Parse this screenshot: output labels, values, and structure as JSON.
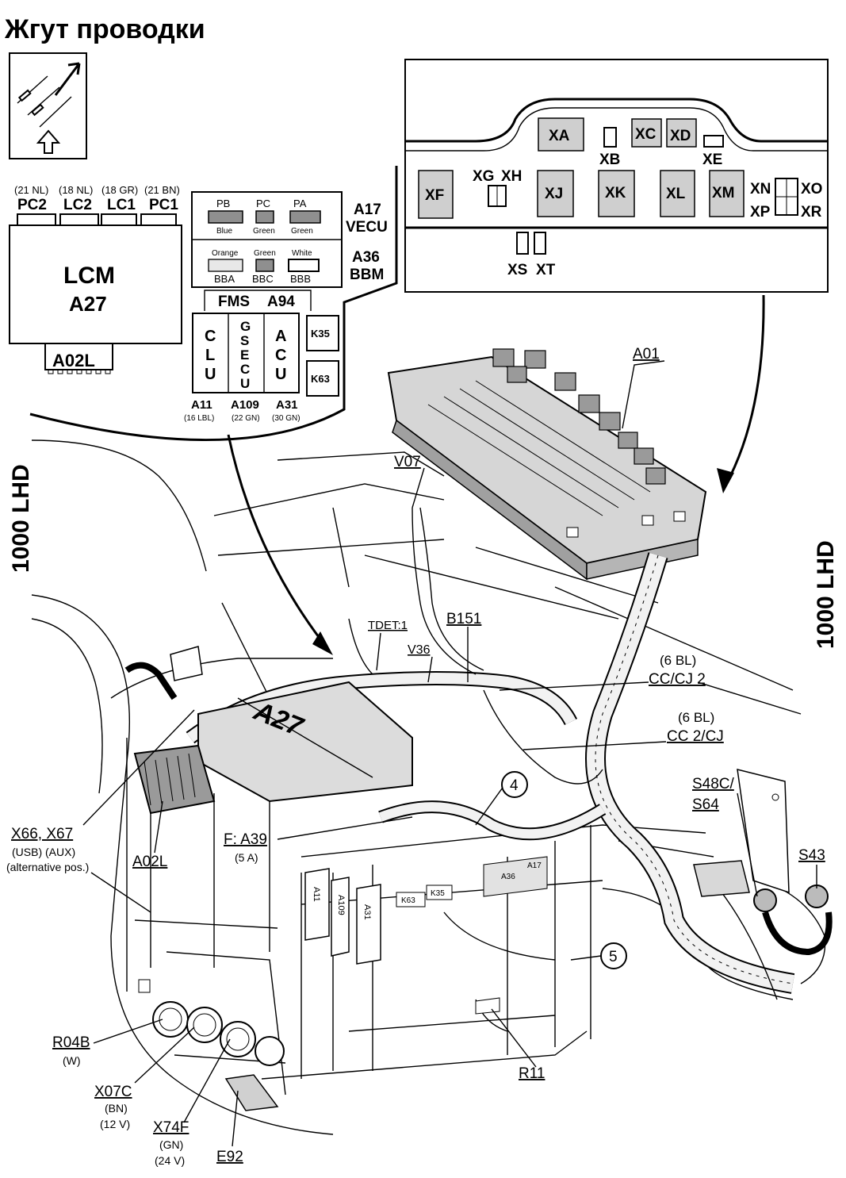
{
  "title": "Жгут проводки",
  "lcm": {
    "name": "LCM",
    "code": "A27",
    "connector": "A02L",
    "pins": [
      {
        "spec": "(21 NL)",
        "code": "PC2"
      },
      {
        "spec": "(18 NL)",
        "code": "LC2"
      },
      {
        "spec": "(18 GR)",
        "code": "LC1"
      },
      {
        "spec": "(21 BN)",
        "code": "PC1"
      }
    ]
  },
  "vecu": {
    "label_code": "A17",
    "label_name": "VECU",
    "connectors": [
      {
        "code": "PB",
        "color": "Blue"
      },
      {
        "code": "PC",
        "color": "Green"
      },
      {
        "code": "PA",
        "color": "Green"
      }
    ]
  },
  "bbm": {
    "label_code": "A36",
    "label_name": "BBM",
    "connectors": [
      {
        "code": "BBA",
        "color": "Orange"
      },
      {
        "code": "BBC",
        "color": "Green"
      },
      {
        "code": "BBB",
        "color": "White"
      }
    ]
  },
  "fms": {
    "header_left": "FMS",
    "header_right": "A94",
    "units": [
      {
        "letters": [
          "C",
          "L",
          "U"
        ],
        "code": "A11",
        "spec": "(16 LBL)"
      },
      {
        "letters": [
          "G",
          "S",
          "E",
          "C",
          "U"
        ],
        "code": "A109",
        "spec": "(22 GN)"
      },
      {
        "letters": [
          "A",
          "C",
          "U"
        ],
        "code": "A31",
        "spec": "(30 GN)"
      }
    ],
    "relays": [
      "K35",
      "K63"
    ]
  },
  "fuse_panel": {
    "top": [
      "XA",
      "XB",
      "XC",
      "XD",
      "XE"
    ],
    "middle": [
      "XF",
      "XG",
      "XH",
      "XJ",
      "XK",
      "XL",
      "XM",
      "XN",
      "XO",
      "XP",
      "XR"
    ],
    "bottom": [
      "XS",
      "XT"
    ]
  },
  "side_labels": {
    "left": "1000 LHD",
    "right": "1000 LHD"
  },
  "callouts": {
    "a01": "A01",
    "v07": "V07",
    "tdet": "TDET:1",
    "v36": "V36",
    "b151": "B151",
    "cc_cj2": {
      "spec": "(6 BL)",
      "code": "CC/CJ 2"
    },
    "cc2_cj": {
      "spec": "(6 BL)",
      "code": "CC 2/CJ"
    },
    "s48c": {
      "line1": "S48C/",
      "line2": "S64"
    },
    "s43": "S43",
    "x66": {
      "code": "X66, X67",
      "spec1": "(USB) (AUX)",
      "spec2": "(alternative pos.)"
    },
    "a02l": "A02L",
    "f_a39": {
      "code": "F: A39",
      "spec": "(5 A)"
    },
    "r04b": {
      "code": "R04B",
      "spec": "(W)"
    },
    "x07c": {
      "code": "X07C",
      "spec1": "(BN)",
      "spec2": "(12 V)"
    },
    "x74f": {
      "code": "X74F",
      "spec1": "(GN)",
      "spec2": "(24 V)"
    },
    "e92": "E92",
    "r11": "R11",
    "num4": "4",
    "num5": "5"
  },
  "drawing_labels": {
    "a27_cover": "A27",
    "a11_vert": "A11",
    "a109_vert": "A109",
    "a31_vert": "A31",
    "k63_tag": "K63",
    "k35_tag": "K35",
    "a36_tag": "A36",
    "a17_tag": "A17"
  },
  "connector_colors": {
    "dark_gray": "#8f8f8f",
    "light_gray": "#cfcfcf"
  }
}
